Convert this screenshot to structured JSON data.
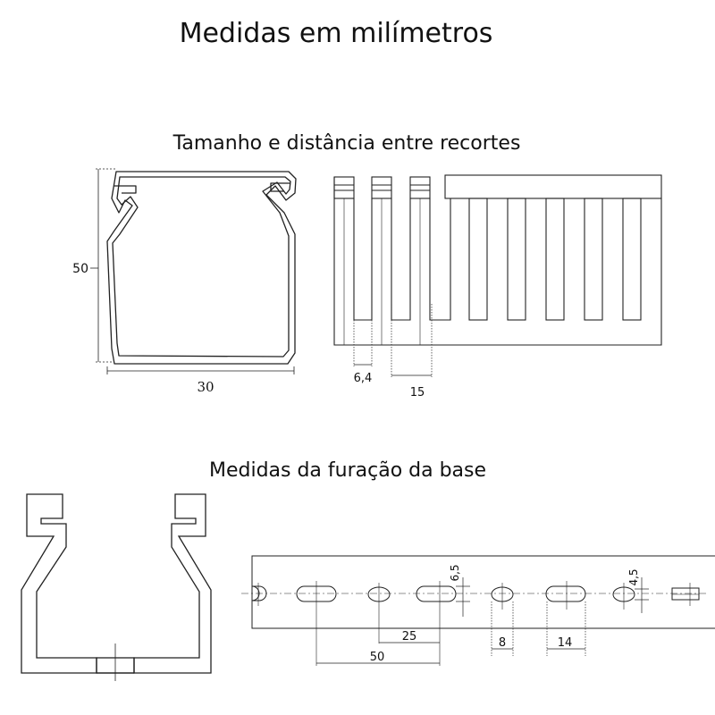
{
  "title": "Medidas em milímetros",
  "section_cutouts": {
    "title": "Tamanho e distância entre recortes",
    "height_label": "50",
    "width_label": "30",
    "slot_width_label": "6,4",
    "slot_pitch_label": "15"
  },
  "section_base_holes": {
    "title": "Medidas da furação da base",
    "hole_height_large_label": "6,5",
    "hole_height_small_label": "4,5",
    "pitch_small_label": "25",
    "pitch_large_label": "50",
    "small_hole_width_label": "8",
    "large_hole_width_label": "14"
  }
}
